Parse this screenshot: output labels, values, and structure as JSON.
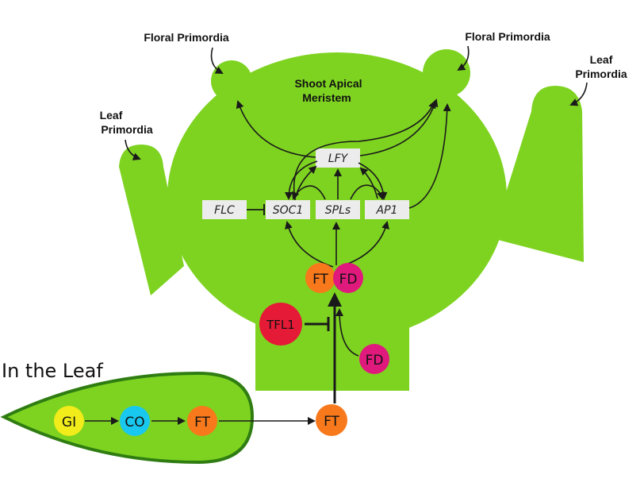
{
  "labels": {
    "floral_left": "Floral Primordia",
    "floral_right": "Floral Primordia",
    "leaf_left_l1": "Leaf",
    "leaf_left_l2": "Primordia",
    "leaf_right_l1": "Leaf",
    "leaf_right_l2": "Primordia",
    "sam_l1": "Shoot Apical",
    "sam_l2": "Meristem",
    "in_the_leaf": "In the Leaf"
  },
  "genes": {
    "lfy": "LFY",
    "flc": "FLC",
    "soc1": "SOC1",
    "spls": "SPLs",
    "ap1": "AP1"
  },
  "proteins": {
    "ft_shoot": "FT",
    "fd_shoot": "FD",
    "tfl1": "TFL1",
    "fd_lower": "FD",
    "ft_transport": "FT",
    "gi": "GI",
    "co": "CO",
    "ft_leaf": "FT"
  },
  "colors": {
    "plant_green": "#7ed321",
    "leaf_outline": "#2f7d12",
    "gene_box": "#ececec",
    "ft_orange": "#f7791b",
    "fd_magenta": "#e0197c",
    "tfl1_red": "#e51a36",
    "gi_yellow": "#f2ec1a",
    "co_cyan": "#18c8ee"
  }
}
